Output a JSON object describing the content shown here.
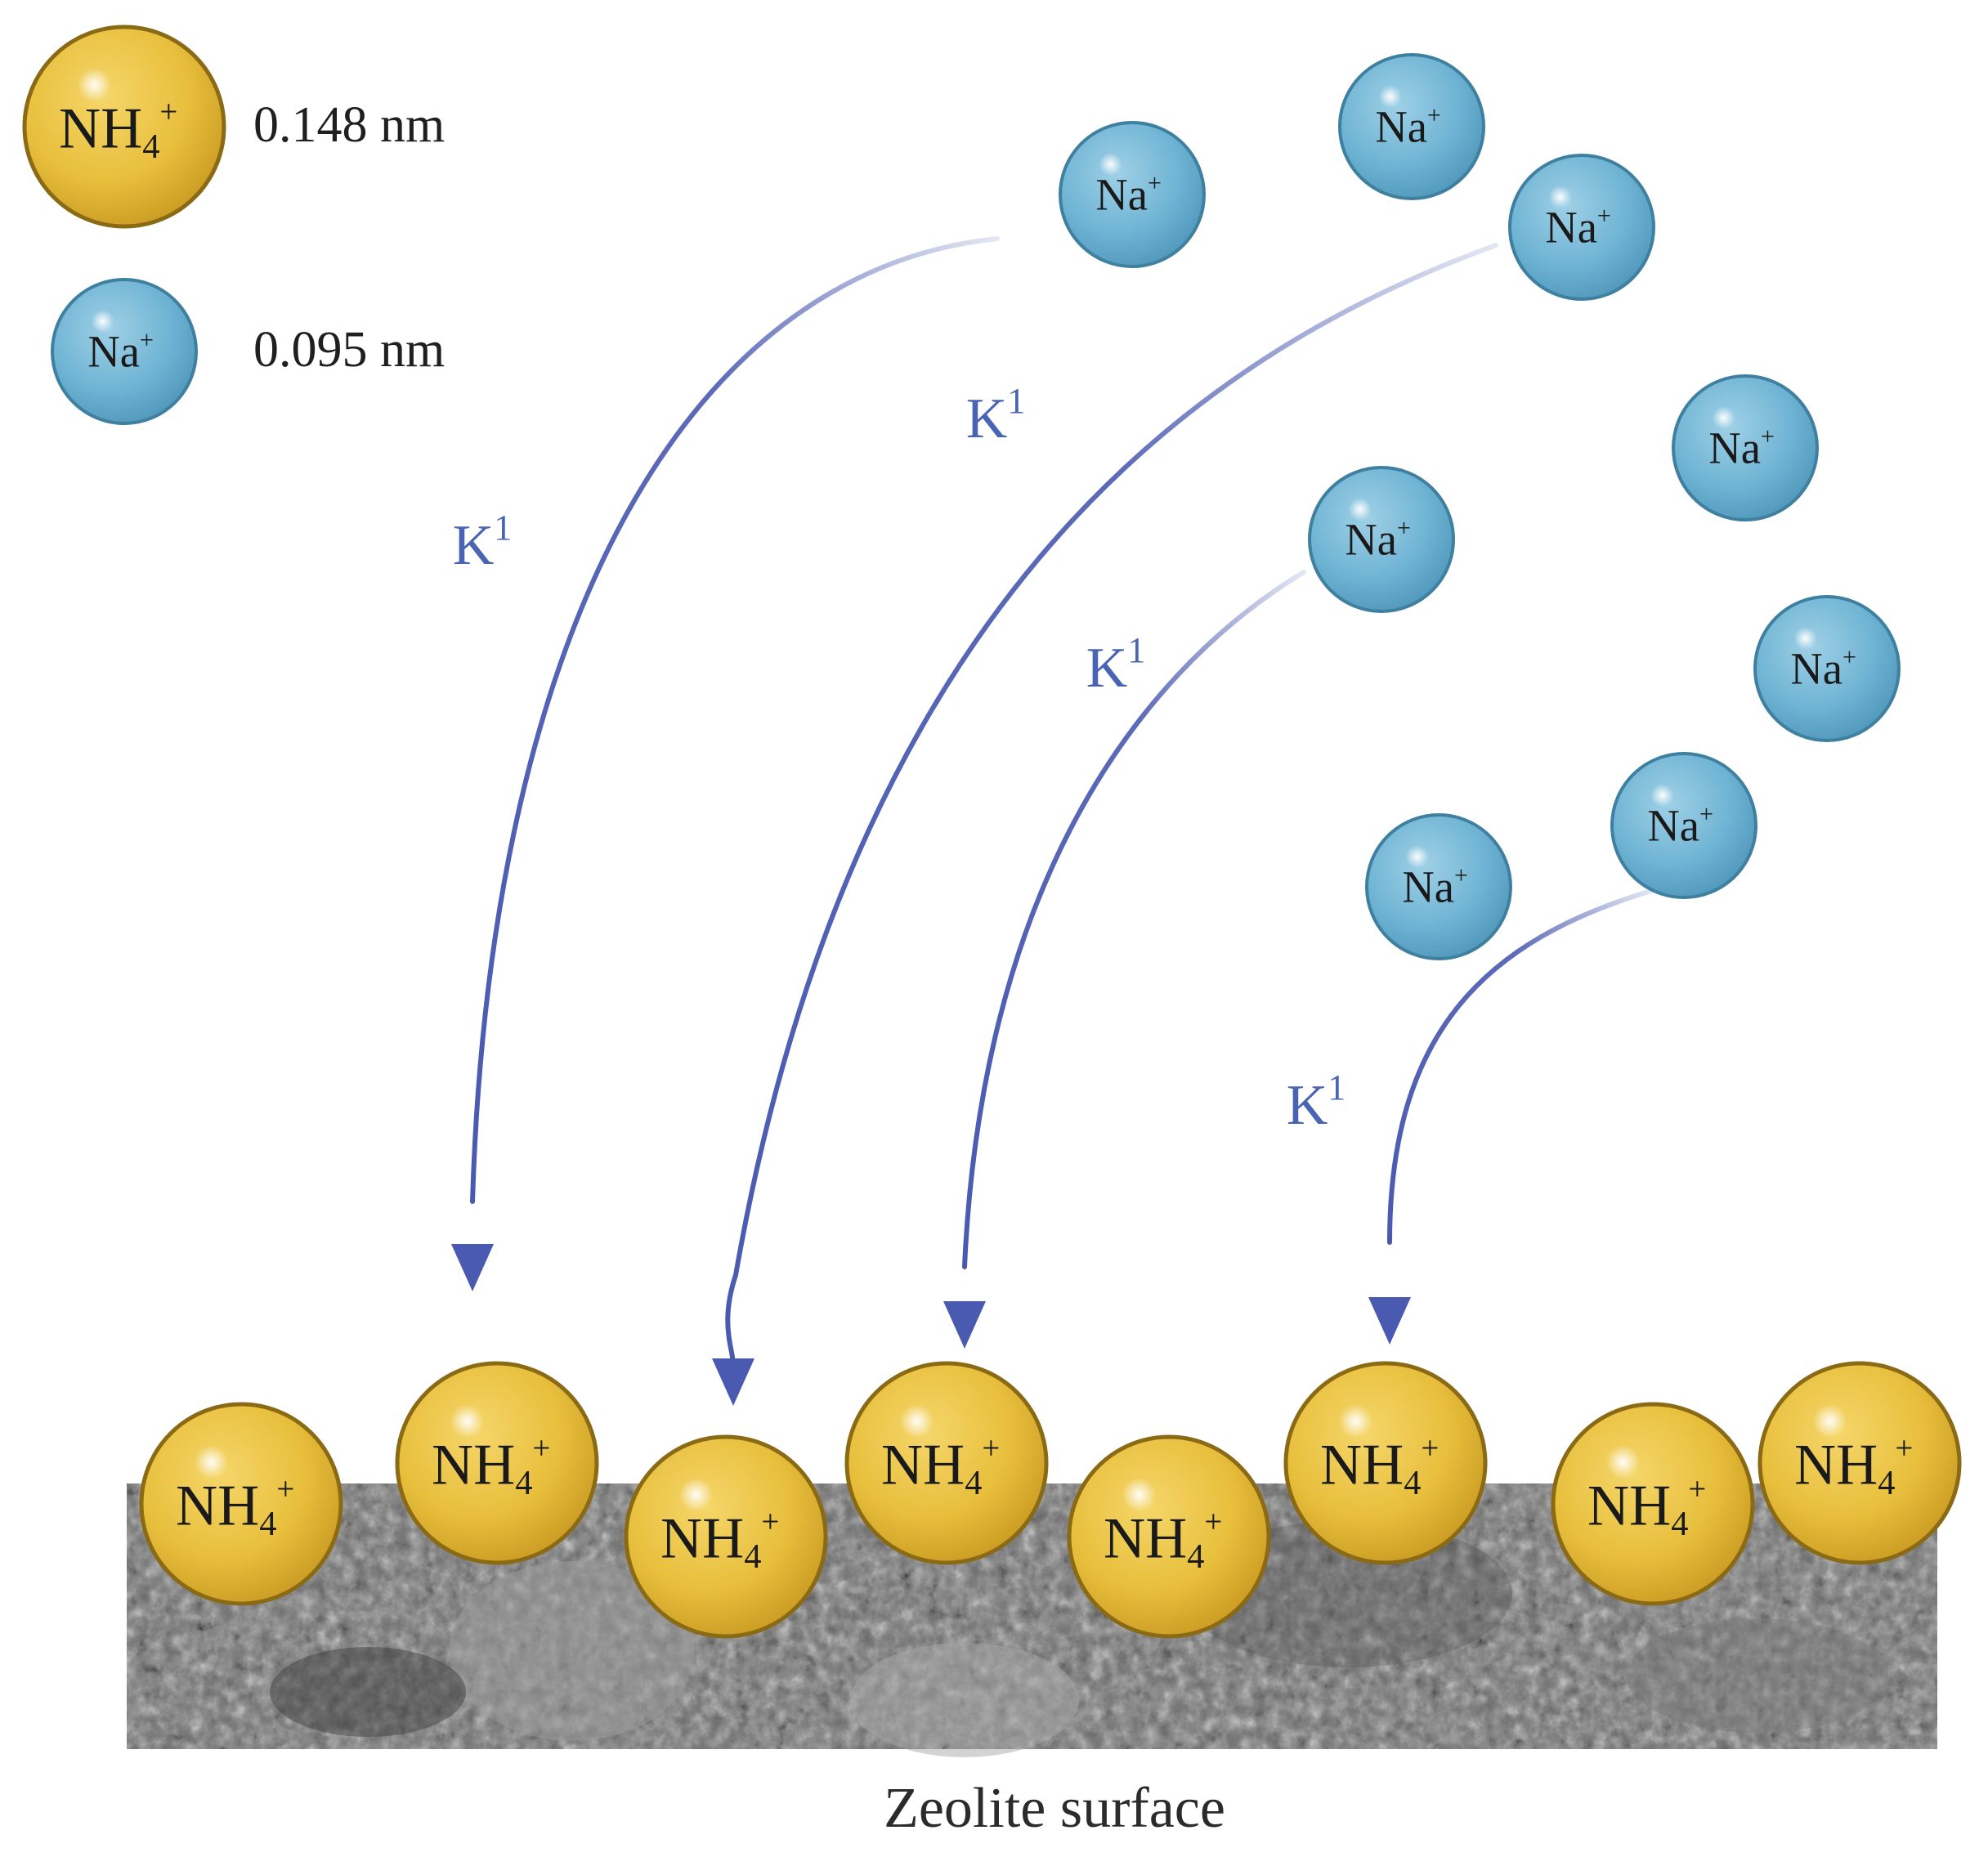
{
  "legend": {
    "nh4_label": "NH4+",
    "nh4_size": "0.148 nm",
    "na_label": "Na+",
    "na_size": "0.095 nm"
  },
  "ions": {
    "na_label": "Na",
    "na_charge": "+",
    "nh4_label": "NH",
    "nh4_sub": "4",
    "nh4_charge": "+"
  },
  "arrows": {
    "rate_symbol": "K",
    "rate_sup": "1"
  },
  "caption": "Zeolite surface",
  "colors": {
    "nh4_fill": "#e8bf3c",
    "na_fill": "#6fb4d4",
    "arrow": "#4a5ab0"
  }
}
